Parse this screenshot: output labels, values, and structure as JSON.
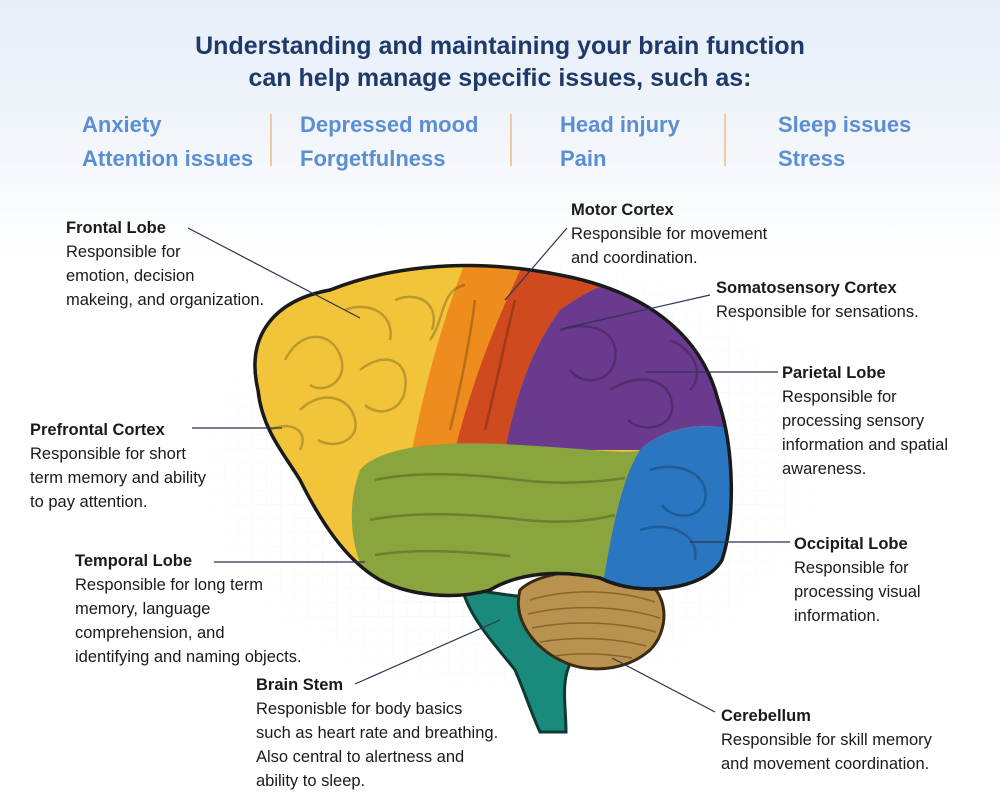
{
  "header": {
    "line1": "Understanding and maintaining your brain function",
    "line2": "can help manage specific issues, such as:"
  },
  "issues": [
    [
      "Anxiety",
      "Attention issues"
    ],
    [
      "Depressed mood",
      "Forgetfulness"
    ],
    [
      "Head injury",
      "Pain"
    ],
    [
      "Sleep issues",
      "Stress"
    ]
  ],
  "colors": {
    "headline": "#1e3a6b",
    "issue_text": "#5b8fd1",
    "frontal_lobe": "#f2c43a",
    "motor_cortex": "#ef8c1e",
    "somatosensory_cortex": "#cf4a1e",
    "parietal_lobe": "#6a3a8e",
    "temporal_lobe": "#8aa43e",
    "occipital_lobe": "#2a76c0",
    "cerebellum": "#b8924e",
    "brain_stem": "#1a8a7c"
  },
  "regions": {
    "frontal": {
      "title": "Frontal Lobe",
      "desc": [
        "Responsible for",
        "emotion, decision",
        "makeing, and organization."
      ]
    },
    "motor": {
      "title": "Motor Cortex",
      "desc": [
        "Responsible for movement",
        "and coordination."
      ]
    },
    "somato": {
      "title": "Somatosensory Cortex",
      "desc": [
        "Responsible for sensations."
      ]
    },
    "parietal": {
      "title": "Parietal Lobe",
      "desc": [
        "Responsible for",
        "processing sensory",
        "information and spatial",
        "awareness."
      ]
    },
    "prefrontal": {
      "title": "Prefrontal Cortex",
      "desc": [
        "Responsible for short",
        "term memory and ability",
        "to pay attention."
      ]
    },
    "temporal": {
      "title": "Temporal Lobe",
      "desc": [
        "Responsible for long term",
        "memory, language",
        "comprehension, and",
        "identifying and naming objects."
      ]
    },
    "occipital": {
      "title": "Occipital Lobe",
      "desc": [
        "Responsible for",
        "processing visual",
        "information."
      ]
    },
    "brainstem": {
      "title": "Brain Stem",
      "desc": [
        "Responisble for body basics",
        "such as heart rate and breathing.",
        "Also central to alertness and",
        "ability to sleep."
      ]
    },
    "cerebellum": {
      "title": "Cerebellum",
      "desc": [
        "Responsible for skill memory",
        "and movement coordination."
      ]
    }
  }
}
